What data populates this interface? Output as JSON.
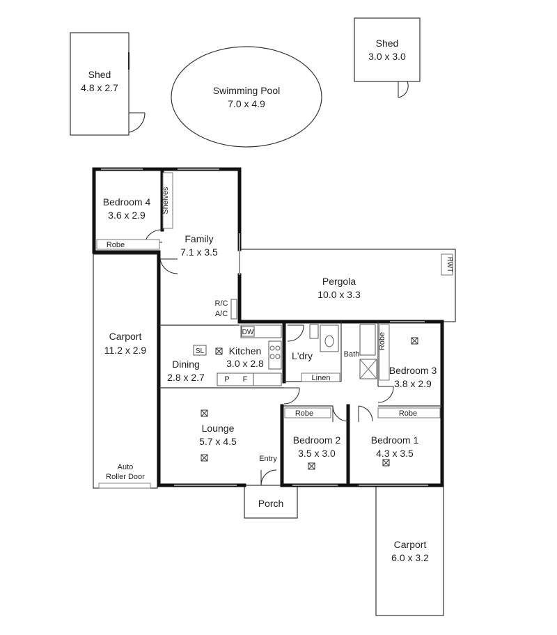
{
  "rooms": {
    "shed_left": {
      "name": "Shed",
      "size": "4.8 x 2.7"
    },
    "pool": {
      "name": "Swimming Pool",
      "size": "7.0 x 4.9"
    },
    "shed_right": {
      "name": "Shed",
      "size": "3.0 x 3.0"
    },
    "bedroom4": {
      "name": "Bedroom 4",
      "size": "3.6 x 2.9"
    },
    "family": {
      "name": "Family",
      "size": "7.1 x 3.5"
    },
    "pergola": {
      "name": "Pergola",
      "size": "10.0 x 3.3"
    },
    "carport_left": {
      "name": "Carport",
      "size": "11.2 x 2.9"
    },
    "kitchen": {
      "name": "Kitchen",
      "size": "3.0 x 2.8"
    },
    "dining": {
      "name": "Dining",
      "size": "2.8 x 2.7"
    },
    "laundry": {
      "name": "L'dry"
    },
    "bath": {
      "name": "Bath"
    },
    "bedroom3": {
      "name": "Bedroom 3",
      "size": "3.8 x 2.9"
    },
    "lounge": {
      "name": "Lounge",
      "size": "5.7 x 4.5"
    },
    "bedroom2": {
      "name": "Bedroom 2",
      "size": "3.5 x 3.0"
    },
    "bedroom1": {
      "name": "Bedroom 1",
      "size": "4.3 x 3.5"
    },
    "porch": {
      "name": "Porch"
    },
    "carport_right": {
      "name": "Carport",
      "size": "6.0 x 3.2"
    }
  },
  "fixtures": {
    "robe": "Robe",
    "shelves": "Shelves",
    "rc": "R/C",
    "ac": "A/C",
    "dw": "DW",
    "sl": "SL",
    "pantry": "P",
    "fridge": "F",
    "linen": "Linen",
    "rwt": "RWT",
    "entry": "Entry",
    "roller_door_line1": "Auto",
    "roller_door_line2": "Roller Door"
  }
}
